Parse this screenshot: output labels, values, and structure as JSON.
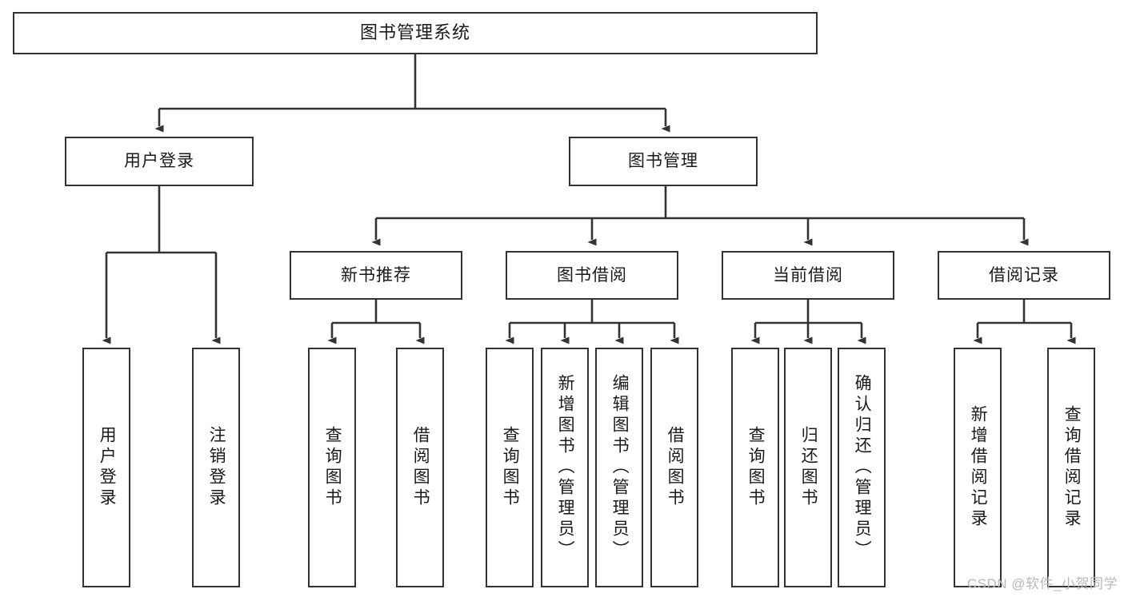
{
  "diagram": {
    "title": "图书管理系统",
    "type": "tree-hierarchy-chart",
    "colors": {
      "box_border": "#333333",
      "box_fill": "#ffffff",
      "connector": "#333333",
      "text": "#1a1a1a",
      "watermark": "#b9b9b9"
    },
    "root": {
      "label": "图书管理系统"
    },
    "level2": [
      {
        "label": "用户登录"
      },
      {
        "label": "图书管理"
      }
    ],
    "level3": [
      {
        "label": "新书推荐"
      },
      {
        "label": "图书借阅"
      },
      {
        "label": "当前借阅"
      },
      {
        "label": "借阅记录"
      }
    ],
    "leaves": {
      "user_login": [
        {
          "label": "用户登录"
        },
        {
          "label": "注销登录"
        }
      ],
      "new_book_recommend": [
        {
          "label": "查询图书"
        },
        {
          "label": "借阅图书"
        }
      ],
      "book_borrow": [
        {
          "label": "查询图书"
        },
        {
          "label": "新增图书（管理员）"
        },
        {
          "label": "编辑图书（管理员）"
        },
        {
          "label": "借阅图书"
        }
      ],
      "current_borrow": [
        {
          "label": "查询图书"
        },
        {
          "label": "归还图书"
        },
        {
          "label": "确认归还（管理员）"
        }
      ],
      "borrow_record": [
        {
          "label": "新增借阅记录"
        },
        {
          "label": "查询借阅记录"
        }
      ]
    }
  },
  "watermark": {
    "text": "CSDN @软件_小贺同学"
  }
}
